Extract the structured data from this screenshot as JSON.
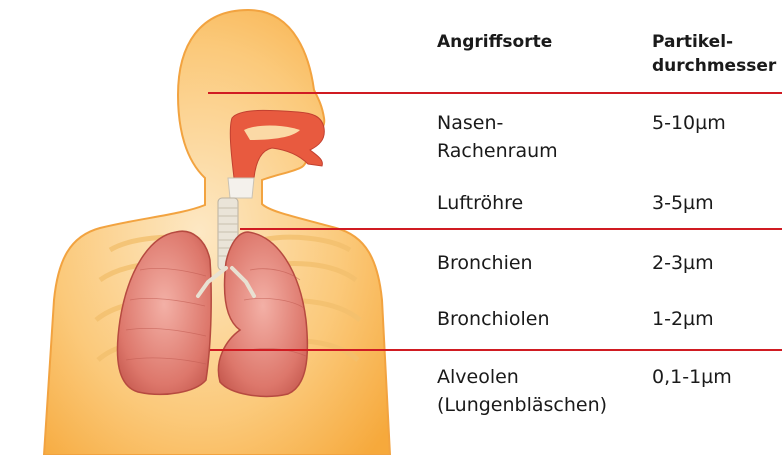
{
  "header": {
    "site_label": "Angriffsorte",
    "size_label_1": "Partikel-",
    "size_label_2": "durchmesser"
  },
  "rows": [
    {
      "site_1": "Nasen-",
      "site_2": "Rachenraum",
      "size": "5-10µm"
    },
    {
      "site_1": "Luftröhre",
      "size": "3-5µm"
    },
    {
      "site_1": "Bronchien",
      "size": "2-3µm"
    },
    {
      "site_1": "Bronchiolen",
      "size": "1-2µm"
    },
    {
      "site_1": "Alveolen",
      "site_2": "(Lungenbläschen)",
      "size": "0,1-1µm"
    }
  ],
  "colors": {
    "divider": "#d01b22",
    "skin": "#f9b24a",
    "lung": "#d9645a",
    "airway": "#e8573f",
    "text": "#1a1a1a"
  }
}
